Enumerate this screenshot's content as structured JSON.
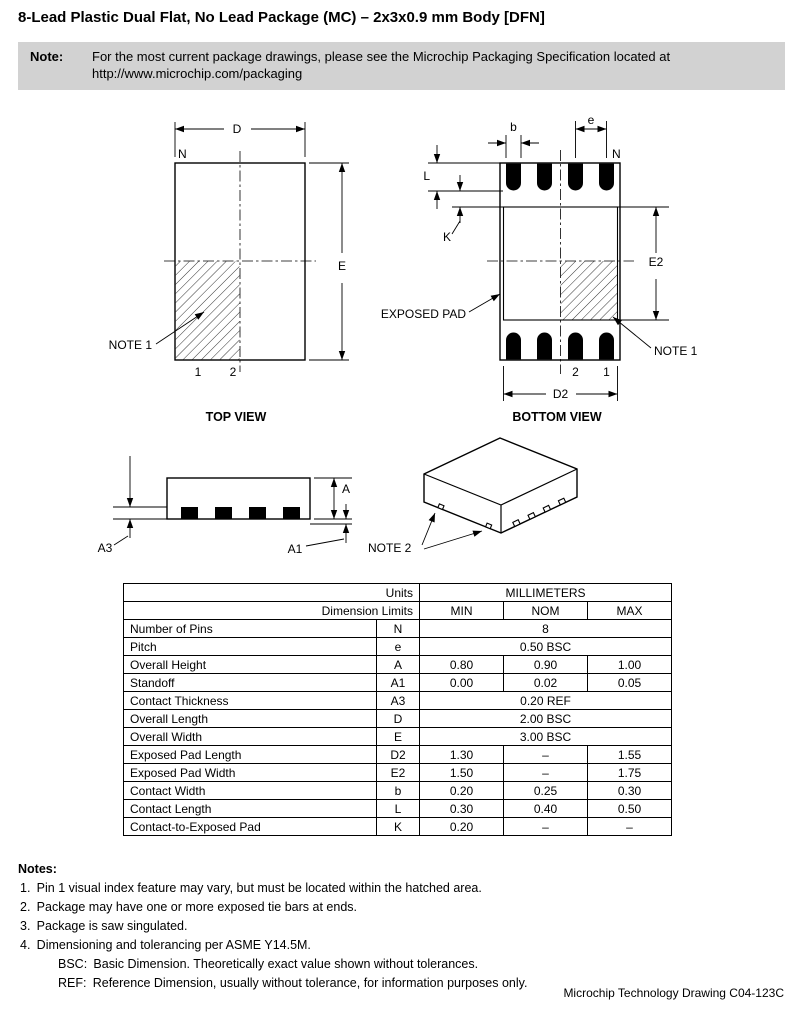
{
  "page": {
    "title": "8-Lead Plastic Dual Flat, No Lead Package (MC) – 2x3x0.9 mm Body [DFN]",
    "note_label": "Note:",
    "note_text": "For the most current package drawings, please see the Microchip Packaging Specification located at http://www.microchip.com/packaging",
    "footer": "Microchip Technology Drawing C04-123C"
  },
  "colors": {
    "note_background": "#d2d2d2",
    "line_color": "#000000"
  },
  "drawings": {
    "top_view": {
      "caption": "TOP VIEW",
      "labels": {
        "d": "D",
        "e": "E",
        "n": "N",
        "note1": "NOTE 1",
        "pin1": "1",
        "pin2": "2"
      }
    },
    "bottom_view": {
      "caption": "BOTTOM VIEW",
      "labels": {
        "e": "e",
        "b": "b",
        "l": "L",
        "k": "K",
        "e2": "E2",
        "d2": "D2",
        "n": "N",
        "exposed_pad": "EXPOSED PAD",
        "note1": "NOTE 1",
        "pin2": "2",
        "pin1": "1"
      }
    },
    "side_view": {
      "labels": {
        "a": "A",
        "a1": "A1",
        "a3": "A3"
      }
    },
    "iso_view": {
      "labels": {
        "note2": "NOTE 2"
      }
    }
  },
  "table": {
    "header": {
      "units_label": "Units",
      "units_value": "MILLIMETERS",
      "dimension_limits_label": "Dimension Limits",
      "min": "MIN",
      "nom": "NOM",
      "max": "MAX"
    },
    "rows": [
      {
        "name": "Number of Pins",
        "symbol": "N",
        "span": "8"
      },
      {
        "name": "Pitch",
        "symbol": "e",
        "span": "0.50 BSC"
      },
      {
        "name": "Overall Height",
        "symbol": "A",
        "min": "0.80",
        "nom": "0.90",
        "max": "1.00"
      },
      {
        "name": "Standoff",
        "symbol": "A1",
        "min": "0.00",
        "nom": "0.02",
        "max": "0.05"
      },
      {
        "name": "Contact Thickness",
        "symbol": "A3",
        "span": "0.20 REF"
      },
      {
        "name": "Overall Length",
        "symbol": "D",
        "span": "2.00 BSC"
      },
      {
        "name": "Overall Width",
        "symbol": "E",
        "span": "3.00 BSC"
      },
      {
        "name": "Exposed Pad Length",
        "symbol": "D2",
        "min": "1.30",
        "nom": "–",
        "max": "1.55"
      },
      {
        "name": "Exposed Pad Width",
        "symbol": "E2",
        "min": "1.50",
        "nom": "–",
        "max": "1.75"
      },
      {
        "name": "Contact Width",
        "symbol": "b",
        "min": "0.20",
        "nom": "0.25",
        "max": "0.30"
      },
      {
        "name": "Contact Length",
        "symbol": "L",
        "min": "0.30",
        "nom": "0.40",
        "max": "0.50"
      },
      {
        "name": "Contact-to-Exposed Pad",
        "symbol": "K",
        "min": "0.20",
        "nom": "–",
        "max": "–"
      }
    ]
  },
  "notes": {
    "heading": "Notes:",
    "items": [
      "1. Pin 1 visual index feature may vary, but must be located within the hatched area.",
      "2. Package may have one or more exposed tie bars at ends.",
      "3. Package is saw singulated.",
      "4. Dimensioning and tolerancing per ASME Y14.5M."
    ],
    "sub_items": [
      "BSC: Basic Dimension. Theoretically exact value shown without tolerances.",
      "REF: Reference Dimension, usually without tolerance, for information purposes only."
    ]
  }
}
